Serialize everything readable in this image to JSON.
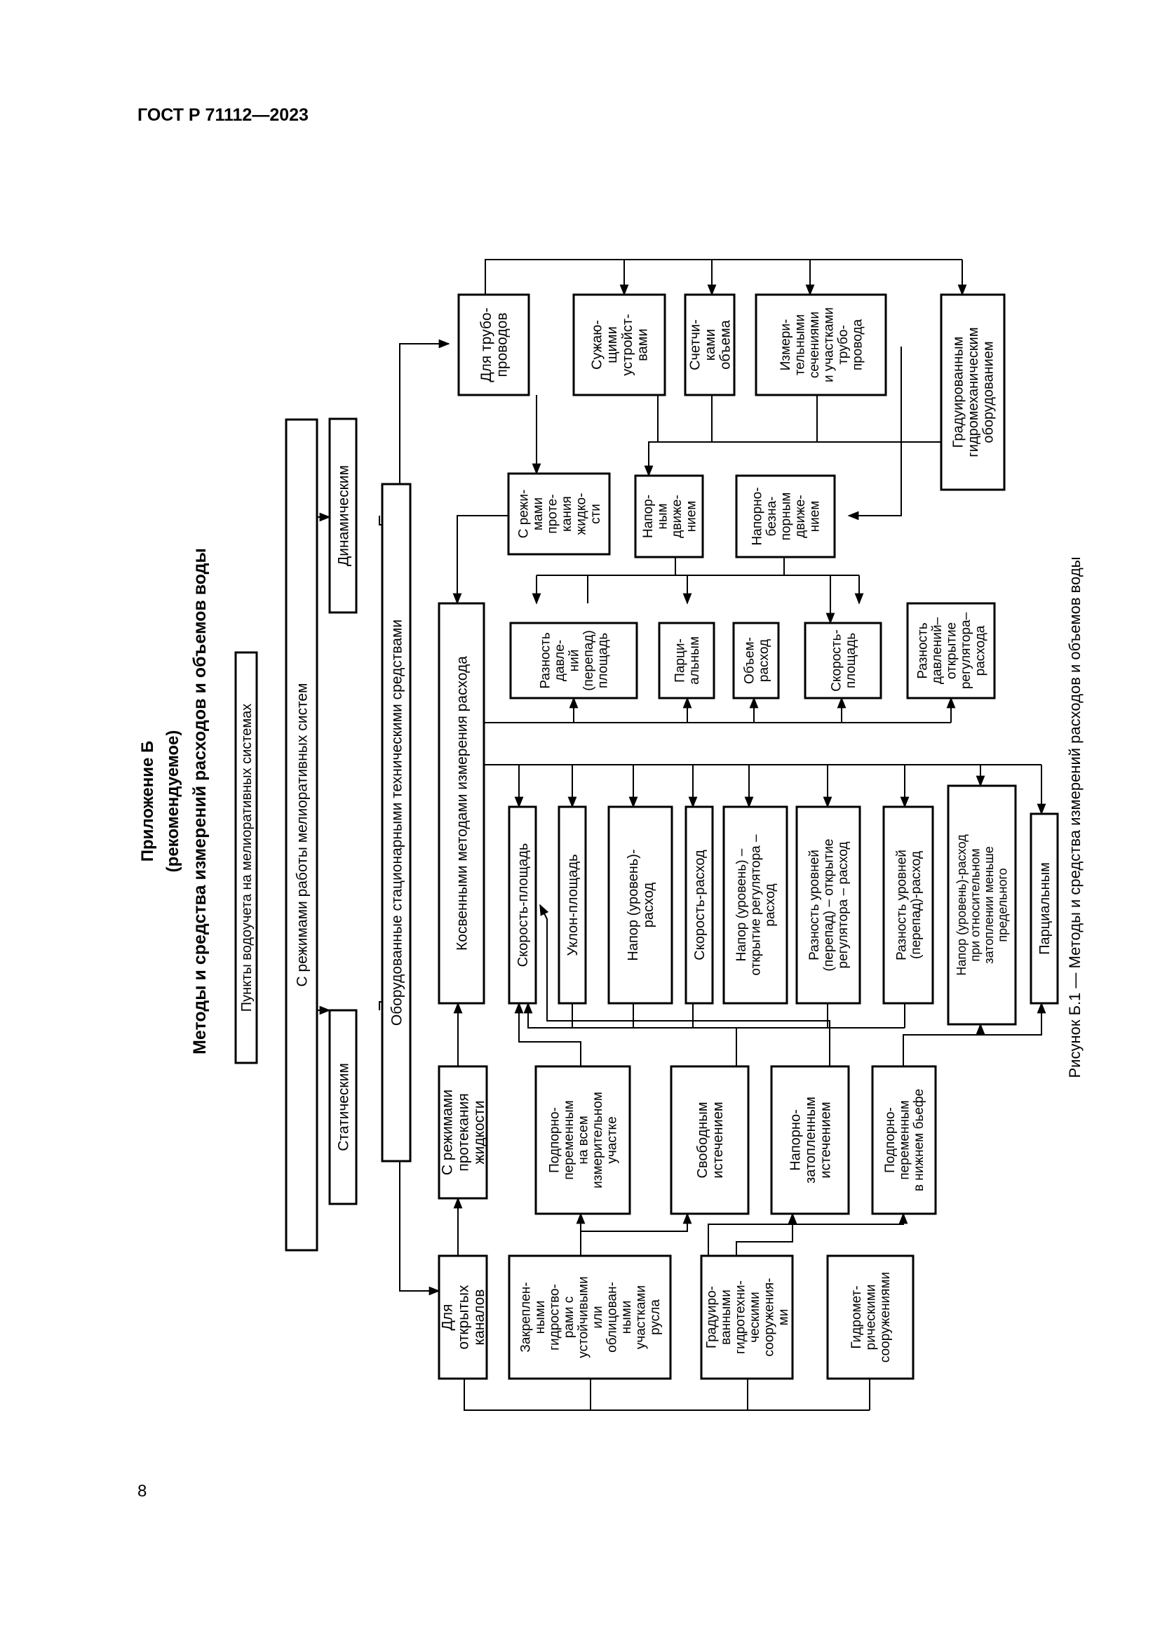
{
  "document": {
    "header": "ГОСТ Р 71112—2023",
    "page_number": "8",
    "appendix_title": "Приложение Б",
    "appendix_status": "(рекомендуемое)",
    "appendix_subject": "Методы и средства измерений расходов и объемов воды",
    "figure_caption": "Рисунок Б.1 — Методы и средства измерений расходов и объемов воды"
  },
  "diagram": {
    "nodes": [
      {
        "id": "root",
        "lines": [
          "Пункты водоучета на мелиоративных системах"
        ]
      },
      {
        "id": "modes",
        "lines": [
          "С режимами работы мелиоративных систем"
        ]
      },
      {
        "id": "static",
        "lines": [
          "Статическим"
        ]
      },
      {
        "id": "dynamic",
        "lines": [
          "Динамическим"
        ]
      },
      {
        "id": "equipped",
        "lines": [
          "Оборудованные стационарными техническими средствами"
        ]
      },
      {
        "id": "channels",
        "lines": [
          "Для",
          "открытых",
          "каналов"
        ]
      },
      {
        "id": "pipelines",
        "lines": [
          "Для трубо-",
          "проводов"
        ]
      },
      {
        "id": "ch_fixed",
        "lines": [
          "Закреплен-",
          "ными",
          "гидроство-",
          "рами с",
          "устойчивыми",
          "или",
          "облицован-",
          "ными",
          "участками",
          "русла"
        ]
      },
      {
        "id": "ch_graded",
        "lines": [
          "Градуиро-",
          "ванными",
          "гидротехни-",
          "ческими",
          "сооружения-",
          "ми"
        ]
      },
      {
        "id": "ch_hydrometric",
        "lines": [
          "Гидромет-",
          "рическими",
          "сооружениями"
        ]
      },
      {
        "id": "flow_modes_open",
        "lines": [
          "С режимами",
          "протекания",
          "жидкости"
        ]
      },
      {
        "id": "fm_backwater_all",
        "lines": [
          "Подпорно-",
          "переменным",
          "на всем",
          "измерительном",
          "участке"
        ]
      },
      {
        "id": "fm_free",
        "lines": [
          "Свободным",
          "истечением"
        ]
      },
      {
        "id": "fm_submerged",
        "lines": [
          "Напорно-",
          "затопленным",
          "истечением"
        ]
      },
      {
        "id": "fm_backwater_tail",
        "lines": [
          "Подпорно-",
          "переменным",
          "в нижнем бьефе"
        ]
      },
      {
        "id": "indirect",
        "lines": [
          "Косвенными методами измерения расхода"
        ]
      },
      {
        "id": "m_speed_area",
        "lines": [
          "Скорость-площадь"
        ]
      },
      {
        "id": "m_slope_area",
        "lines": [
          "Уклон-площадь"
        ]
      },
      {
        "id": "m_head_flow",
        "lines": [
          "Напор (уровень)-",
          "расход"
        ]
      },
      {
        "id": "m_speed_flow",
        "lines": [
          "Скорость-расход"
        ]
      },
      {
        "id": "m_head_gate",
        "lines": [
          "Напор (уровень) –",
          "открытие регулятора –",
          "расход"
        ]
      },
      {
        "id": "m_level_diff_gate",
        "lines": [
          "Разность уровней",
          "(перепад) – открытие",
          "регулятора – расход"
        ]
      },
      {
        "id": "m_level_diff_flow",
        "lines": [
          "Разность уровней",
          "(перепад)-расход"
        ]
      },
      {
        "id": "m_head_flow_submerged",
        "lines": [
          "Напор (уровень)-расход",
          "при относительном",
          "затоплении меньше",
          "предельного"
        ]
      },
      {
        "id": "m_partial",
        "lines": [
          "Парциальным"
        ]
      },
      {
        "id": "pi_narrowing",
        "lines": [
          "Сужаю-",
          "щими",
          "устройст-",
          "вами"
        ]
      },
      {
        "id": "pi_counters",
        "lines": [
          "Счетчи-",
          "ками",
          "объема"
        ]
      },
      {
        "id": "pi_measuring",
        "lines": [
          "Измери-",
          "тельными",
          "сечениями",
          "и участками",
          "трубо-",
          "провода"
        ]
      },
      {
        "id": "pi_graded",
        "lines": [
          "Градуированным",
          "гидромеханическим",
          "оборудованием"
        ]
      },
      {
        "id": "flow_modes_pipe",
        "lines": [
          "С режи-",
          "мами",
          "проте-",
          "кания",
          "жидко-",
          "сти"
        ]
      },
      {
        "id": "fp_pressure",
        "lines": [
          "Напор-",
          "ным",
          "движе-",
          "нием"
        ]
      },
      {
        "id": "fp_nonpressure",
        "lines": [
          "Напорно-",
          "безна-",
          "порным",
          "движе-",
          "нием"
        ]
      },
      {
        "id": "p_pressure_diff",
        "lines": [
          "Разность",
          "давле-",
          "ний",
          "(перепад)",
          "площадь"
        ]
      },
      {
        "id": "p_partial",
        "lines": [
          "Парци-",
          "альным"
        ]
      },
      {
        "id": "p_volume",
        "lines": [
          "Объем-",
          "расход"
        ]
      },
      {
        "id": "p_speed_area",
        "lines": [
          "Скорость-",
          "площадь"
        ]
      },
      {
        "id": "p_pressure_gate",
        "lines": [
          "Разность",
          "давлений–",
          "открытие",
          "регулятора–",
          "расхода"
        ]
      }
    ]
  }
}
